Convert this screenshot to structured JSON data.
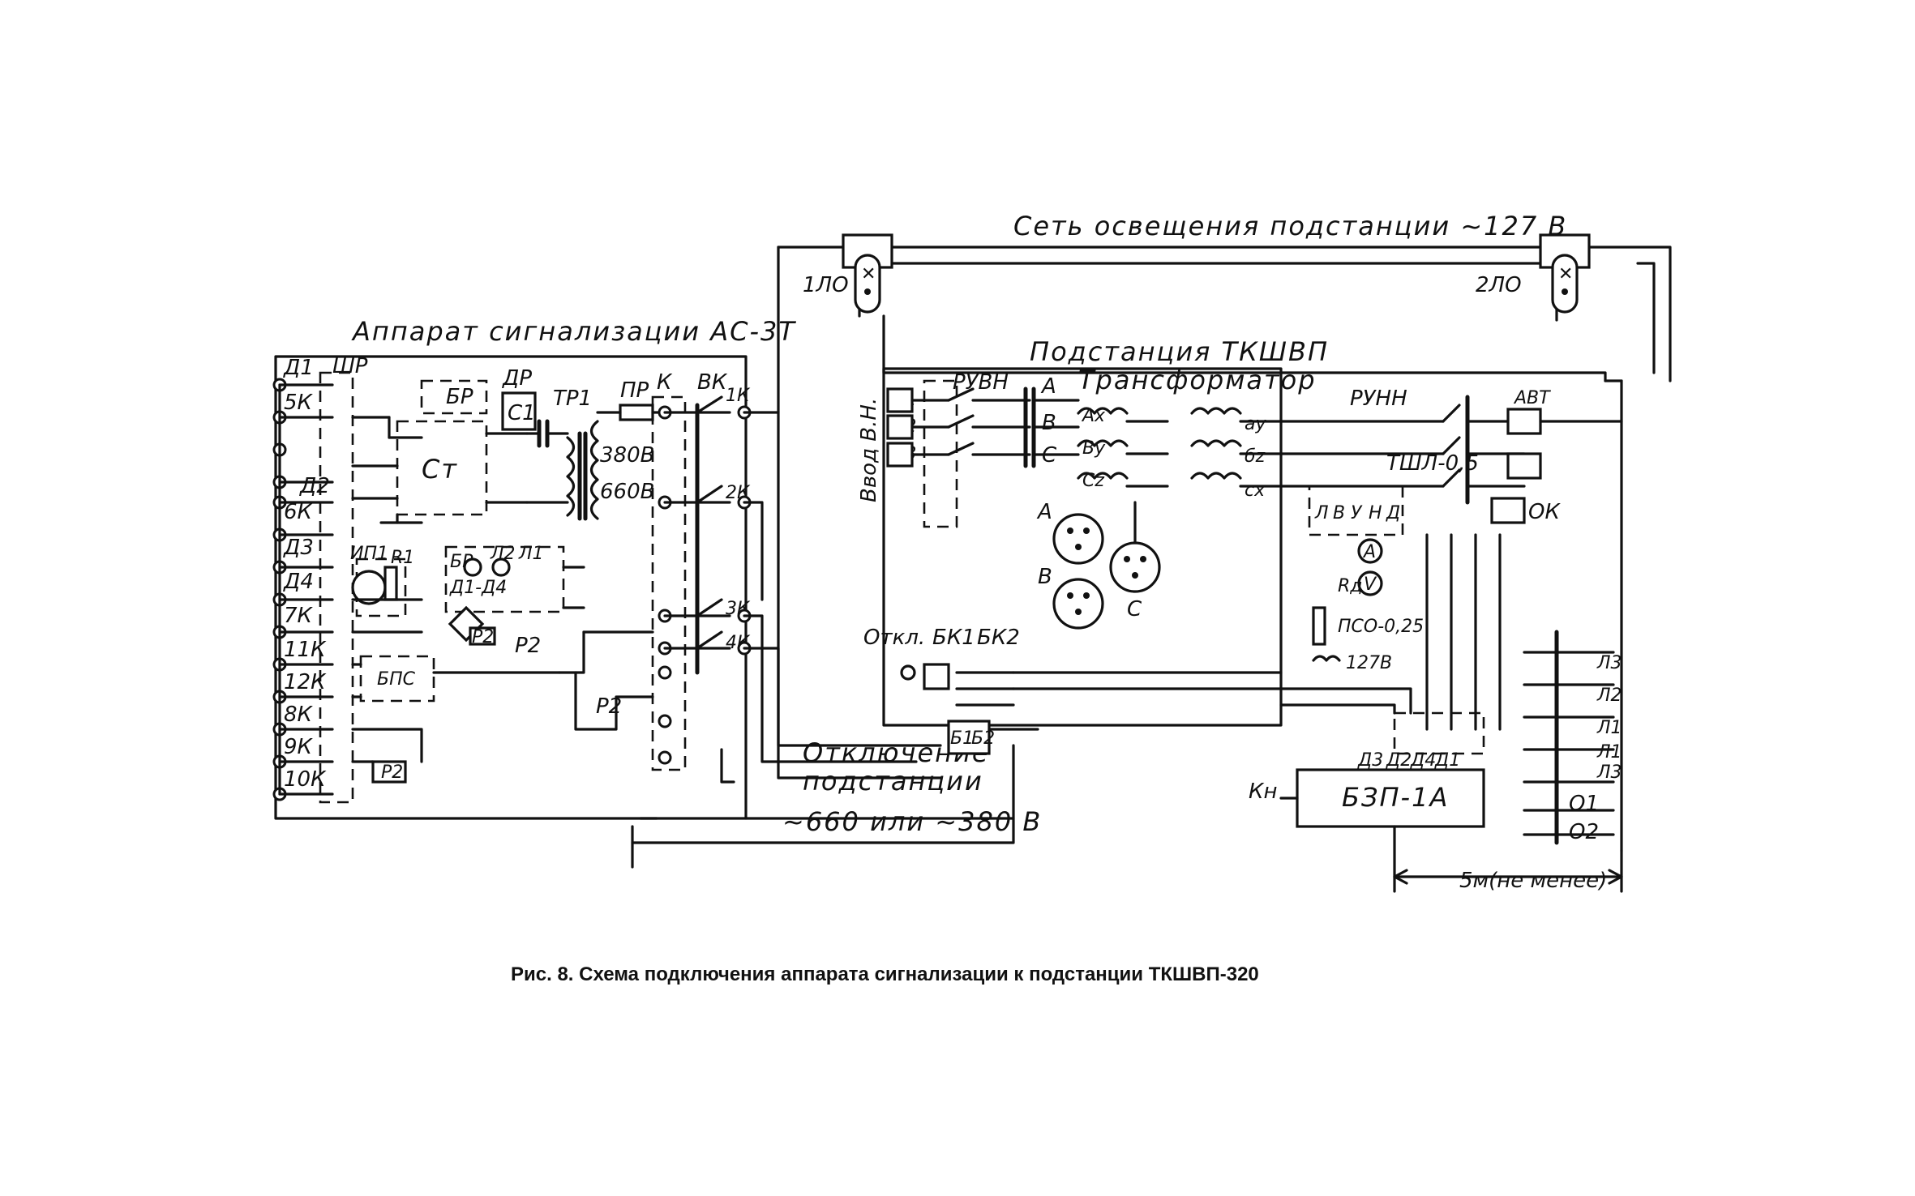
{
  "caption": "Рис. 8. Схема подключения аппарата сигнализации к подстанции ТКШВП-320",
  "headers": {
    "lighting_network": "Сеть освещения подстанции ~127 В",
    "alarm_apparatus": "Аппарат сигнализации АС-3Т",
    "substation": "Подстанция ТКШВП",
    "transformer": "Трансформатор",
    "ruvn": "РУВН",
    "runn": "РУНН",
    "hv_input": "Ввод В.Н.",
    "switch_off": "Откл.",
    "substation_shutdown_1": "Отключение",
    "substation_shutdown_2": "подстанции",
    "voltage": "~660 или ~380 В",
    "distance": "5м(не менее)",
    "bzp": "БЗП-1А",
    "tshl": "ТШЛ-0,5"
  },
  "left_terminals": [
    "Д1",
    "5К",
    "Д2",
    "6К",
    "Д3",
    "Д4",
    "7К",
    "11К",
    "12К",
    "8К",
    "9К",
    "10К"
  ],
  "labels": {
    "shr": "ШР",
    "br": "БР",
    "dr": "ДР",
    "c1": "С1",
    "tr1": "ТР1",
    "pr": "ПР",
    "k": "К",
    "vk": "ВК",
    "st": "Ст",
    "bps": "БПС",
    "p2": "Р2",
    "rp2": "Р2",
    "d1d4": "Д1-Д4",
    "l1": "Л1",
    "l2": "Л2",
    "v380": "380В",
    "v660": "660В",
    "ip1": "ИП1",
    "r1": "R1",
    "z1": "1К",
    "z2": "2К",
    "z3": "3К",
    "z4": "4К",
    "lp1": "1ЛО",
    "lp2": "2ЛО",
    "bk1": "БК1",
    "bk2": "БК2",
    "b1": "Б1",
    "b2": "Б2",
    "kn": "Кн",
    "ok": "ОК",
    "avt": "АВТ",
    "rd": "Rд",
    "pso": "ПСО-0,25",
    "v127": "127В",
    "o1": "О1",
    "o2": "О2"
  },
  "lines_ab": [
    "Л1",
    "Л2",
    "Л3"
  ],
  "phases": [
    "А",
    "В",
    "С"
  ],
  "windings_hv": [
    "Аx",
    "Вy",
    "Сz"
  ],
  "windings_lv": [
    "аy",
    "бz",
    "сx"
  ],
  "secondary_terms": [
    "Л3",
    "Л2",
    "Л1",
    "Л1",
    "Л3"
  ],
  "bzp_terms": [
    "Д3",
    "Д2",
    "Д4",
    "Д1"
  ],
  "panel_letters": [
    "Л",
    "В",
    "У",
    "Н",
    "Д"
  ]
}
